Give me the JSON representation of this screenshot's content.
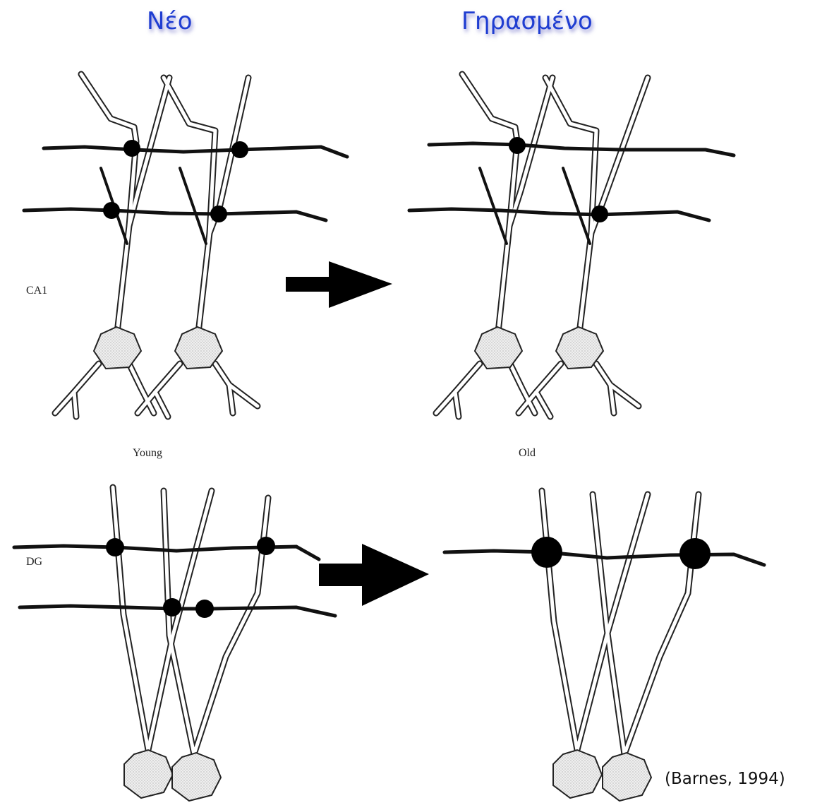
{
  "headings": {
    "young": "Νέο",
    "old": "Γηρασμένο"
  },
  "labels": {
    "ca1": "CA1",
    "dg": "DG",
    "young": "Young",
    "old": "Old"
  },
  "citation": "(Barnes, 1994)"
}
